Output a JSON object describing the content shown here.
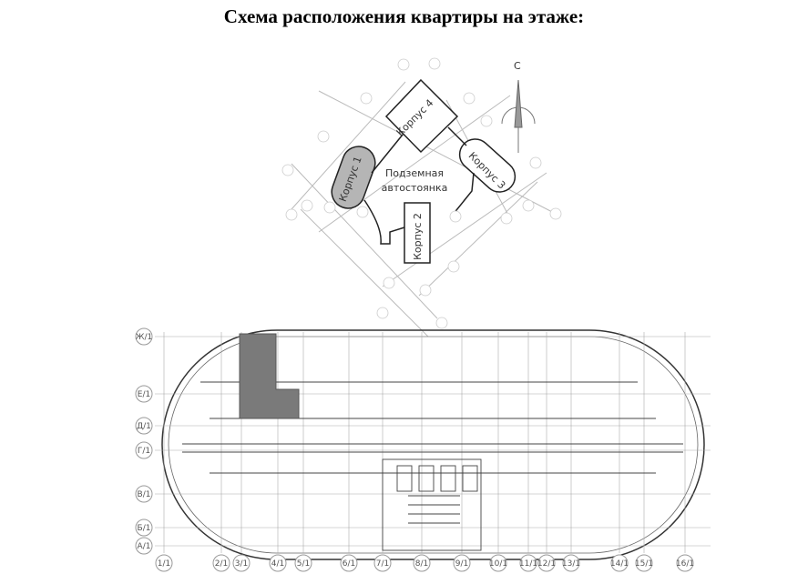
{
  "title": "Схема расположения квартиры на этаже:",
  "site_plan": {
    "buildings": [
      "Корпус 1",
      "Корпус 2",
      "Корпус 3",
      "Корпус 4"
    ],
    "parking_line1": "Подземная",
    "parking_line2": "автостоянка",
    "north_label": "С",
    "highlighted_building": "Корпус 1"
  },
  "floor_plan": {
    "row_axes": [
      "Ж/1",
      "Е/1",
      "Д/1",
      "Г/1",
      "В/1",
      "Б/1",
      "А/1"
    ],
    "column_axes": [
      "1/1",
      "2/1",
      "3/1",
      "4/1",
      "5/1",
      "6/1",
      "7/1",
      "8/1",
      "9/1",
      "10/1",
      "11/1",
      "12/1",
      "13/1",
      "14/1",
      "15/1",
      "16/1"
    ],
    "highlight_color": "#7a7a7a"
  }
}
